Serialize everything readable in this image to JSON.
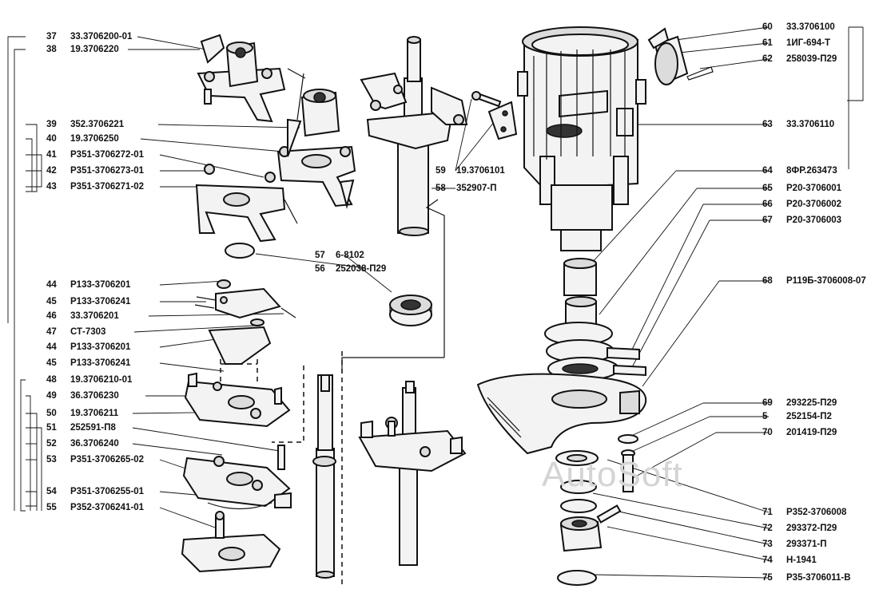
{
  "watermark": "AutoSoft",
  "callouts_left": [
    {
      "num": "37",
      "code": "33.3706200-01"
    },
    {
      "num": "38",
      "code": "19.3706220"
    },
    {
      "num": "39",
      "code": "352.3706221"
    },
    {
      "num": "40",
      "code": "19.3706250"
    },
    {
      "num": "41",
      "code": "Р351-3706272-01"
    },
    {
      "num": "42",
      "code": "Р351-3706273-01"
    },
    {
      "num": "43",
      "code": "Р351-3706271-02"
    },
    {
      "num": "44",
      "code": "Р133-3706201"
    },
    {
      "num": "45",
      "code": "Р133-3706241"
    },
    {
      "num": "46",
      "code": "33.3706201"
    },
    {
      "num": "47",
      "code": "СТ-7303"
    },
    {
      "num": "44",
      "code": "Р133-3706201"
    },
    {
      "num": "45",
      "code": "Р133-3706241"
    },
    {
      "num": "48",
      "code": "19.3706210-01"
    },
    {
      "num": "49",
      "code": "36.3706230"
    },
    {
      "num": "50",
      "code": "19.3706211"
    },
    {
      "num": "51",
      "code": "252591-П8"
    },
    {
      "num": "52",
      "code": "36.3706240"
    },
    {
      "num": "53",
      "code": "Р351-3706265-02"
    },
    {
      "num": "54",
      "code": "Р351-3706255-01"
    },
    {
      "num": "55",
      "code": "Р352-3706241-01"
    }
  ],
  "callouts_center": [
    {
      "num": "57",
      "code": "6-8102"
    },
    {
      "num": "56",
      "code": "252038-П29"
    },
    {
      "num": "59",
      "code": "19.3706101"
    },
    {
      "num": "58",
      "code": "352907-П"
    }
  ],
  "callouts_right": [
    {
      "num": "60",
      "code": "33.3706100"
    },
    {
      "num": "61",
      "code": "1ИГ-694-Т"
    },
    {
      "num": "62",
      "code": "258039-П29"
    },
    {
      "num": "63",
      "code": "33.3706110"
    },
    {
      "num": "64",
      "code": "8ФР.263473"
    },
    {
      "num": "65",
      "code": "Р20-3706001"
    },
    {
      "num": "66",
      "code": "Р20-3706002"
    },
    {
      "num": "67",
      "code": "Р20-3706003"
    },
    {
      "num": "68",
      "code": "Р119Б-3706008-07"
    },
    {
      "num": "69",
      "code": "293225-П29"
    },
    {
      "num": "5",
      "code": "252154-П2"
    },
    {
      "num": "70",
      "code": "201419-П29"
    },
    {
      "num": "71",
      "code": "Р352-3706008"
    },
    {
      "num": "72",
      "code": "293372-П29"
    },
    {
      "num": "73",
      "code": "293371-П"
    },
    {
      "num": "74",
      "code": "Н-1941"
    },
    {
      "num": "75",
      "code": "Р35-3706011-В"
    }
  ]
}
